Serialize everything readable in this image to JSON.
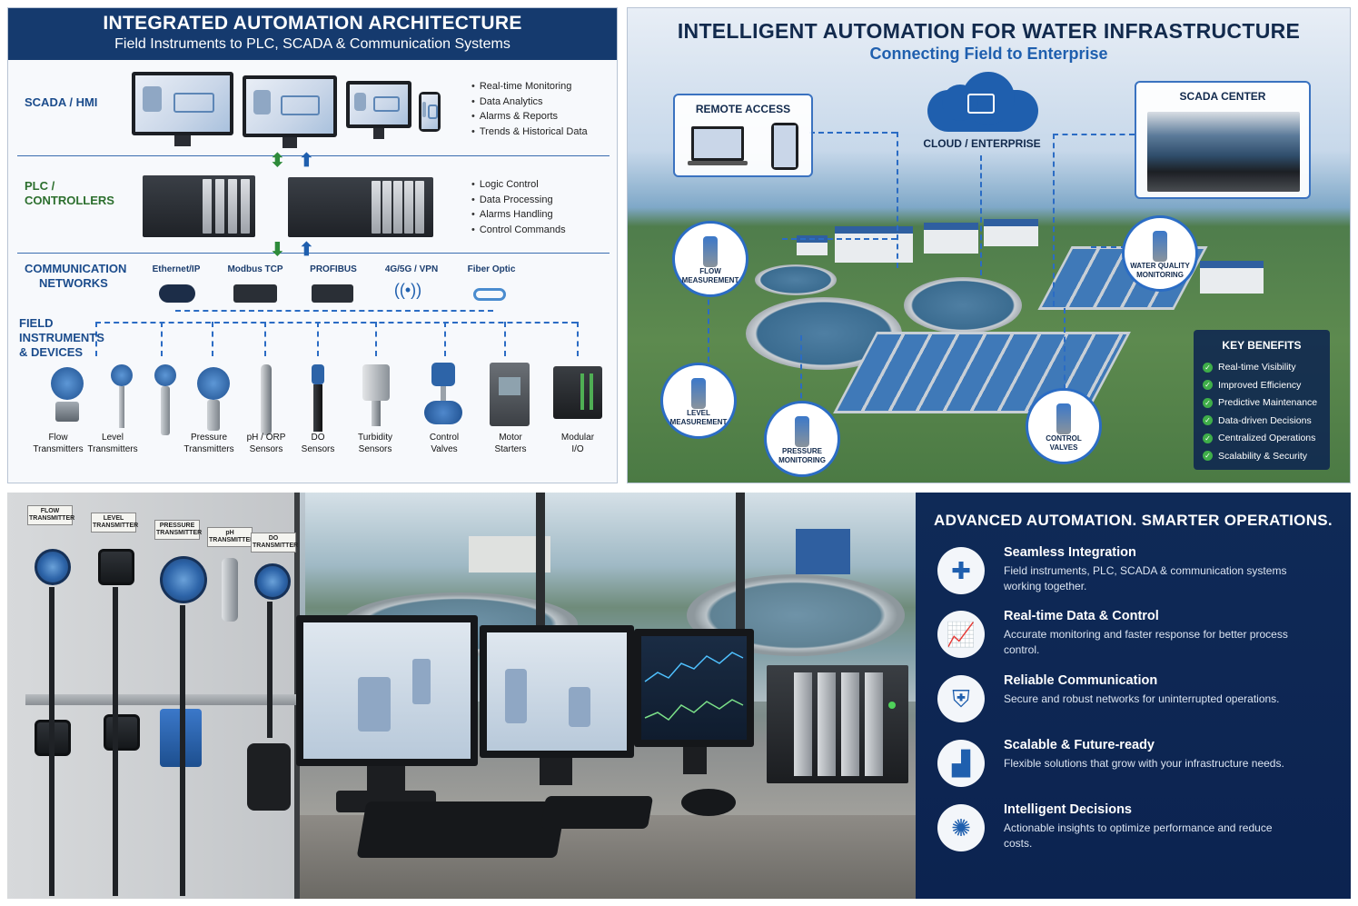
{
  "architecture": {
    "title": "INTEGRATED AUTOMATION ARCHITECTURE",
    "subtitle": "Field Instruments to PLC, SCADA & Communication Systems",
    "scada": {
      "label": "SCADA / HMI",
      "features": [
        "Real-time Monitoring",
        "Data Analytics",
        "Alarms & Reports",
        "Trends & Historical Data"
      ]
    },
    "plc": {
      "label_line1": "PLC /",
      "label_line2": "CONTROLLERS",
      "features": [
        "Logic Control",
        "Data Processing",
        "Alarms Handling",
        "Control Commands"
      ]
    },
    "networks": {
      "label_line1": "COMMUNICATION",
      "label_line2": "NETWORKS",
      "items": [
        "Ethernet/IP",
        "Modbus TCP",
        "PROFIBUS",
        "4G/5G / VPN",
        "Fiber Optic"
      ]
    },
    "field": {
      "label_line1": "FIELD",
      "label_line2": "INSTRUMENTS",
      "label_line3": "& DEVICES",
      "devices": [
        {
          "l1": "Flow",
          "l2": "Transmitters"
        },
        {
          "l1": "Level",
          "l2": "Transmitters"
        },
        {
          "l1": "Pressure",
          "l2": "Transmitters"
        },
        {
          "l1": "pH / ORP",
          "l2": "Sensors"
        },
        {
          "l1": "DO",
          "l2": "Sensors"
        },
        {
          "l1": "Turbidity",
          "l2": "Sensors"
        },
        {
          "l1": "Control",
          "l2": "Valves"
        },
        {
          "l1": "Motor",
          "l2": "Starters"
        },
        {
          "l1": "Modular",
          "l2": "I/O"
        }
      ]
    },
    "colors": {
      "header": "#153a6e",
      "accent_blue": "#1f5fae",
      "accent_green": "#2e8b3a"
    }
  },
  "water": {
    "title": "INTELLIGENT AUTOMATION FOR WATER INFRASTRUCTURE",
    "subtitle": "Connecting Field to Enterprise",
    "remote_access": "REMOTE ACCESS",
    "cloud": "CLOUD / ENTERPRISE",
    "scada_center": "SCADA CENTER",
    "nodes": {
      "flow": [
        "FLOW",
        "MEASUREMENT"
      ],
      "water_quality": [
        "WATER QUALITY",
        "MONITORING"
      ],
      "level": [
        "LEVEL",
        "MEASUREMENT"
      ],
      "pressure": [
        "PRESSURE",
        "MONITORING"
      ],
      "valves": [
        "CONTROL",
        "VALVES"
      ]
    },
    "benefits": {
      "title": "KEY BENEFITS",
      "items": [
        "Real-time Visibility",
        "Improved Efficiency",
        "Predictive Maintenance",
        "Data-driven Decisions",
        "Centralized Operations",
        "Scalability & Security"
      ]
    }
  },
  "control_room": {
    "tags": [
      [
        "FLOW",
        "TRANSMITTER"
      ],
      [
        "LEVEL",
        "TRANSMITTER"
      ],
      [
        "PRESSURE",
        "TRANSMITTER"
      ],
      [
        "pH",
        "TRANSMITTER"
      ],
      [
        "DO",
        "TRANSMITTER"
      ]
    ]
  },
  "operations": {
    "heading": "ADVANCED AUTOMATION. SMARTER OPERATIONS.",
    "features": [
      {
        "icon": "puzzle-icon",
        "title": "Seamless Integration",
        "desc": "Field instruments, PLC, SCADA & communication systems working together."
      },
      {
        "icon": "chart-icon",
        "title": "Real-time Data & Control",
        "desc": "Accurate monitoring and faster response for better process control."
      },
      {
        "icon": "shield-wifi-icon",
        "title": "Reliable Communication",
        "desc": "Secure and robust networks for uninterrupted operations."
      },
      {
        "icon": "growth-icon",
        "title": "Scalable & Future-ready",
        "desc": "Flexible solutions that grow with your infrastructure needs."
      },
      {
        "icon": "brain-icon",
        "title": "Intelligent Decisions",
        "desc": "Actionable insights to optimize performance and reduce costs."
      }
    ],
    "colors": {
      "background": "#0f2a57",
      "icon_bg": "#f3f6fa"
    }
  }
}
